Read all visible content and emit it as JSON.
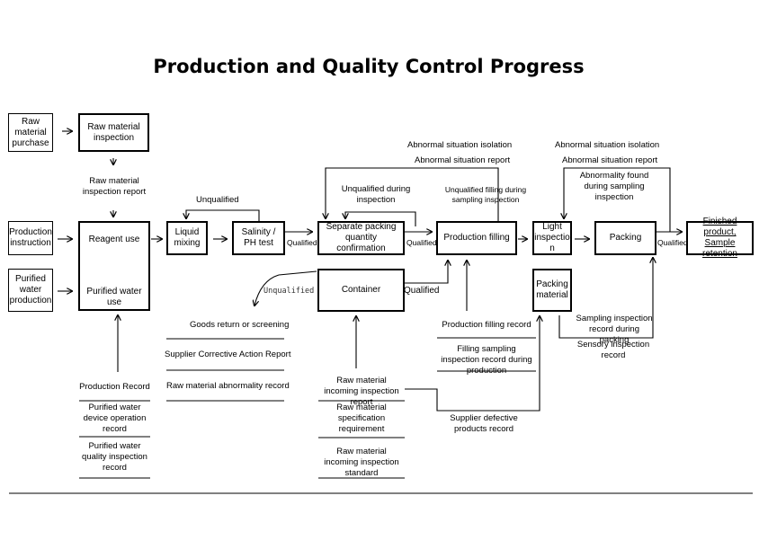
{
  "title": "Production and Quality Control Progress",
  "boxes": {
    "raw_material_purchase": "Raw material purchase",
    "raw_material_inspection": "Raw material inspection",
    "production_instruction": "Production instruction",
    "purified_water_production": "Purified water production",
    "reagent_use": "Reagent use",
    "purified_water_use": "Purified water use",
    "liquid_mixing": "Liquid mixing",
    "salinity_ph_test": "Salinity / PH test",
    "separate_packing": "Separate packing quantity confirmation",
    "container": "Container",
    "production_filling": "Production filling",
    "light_inspection": "Light inspectio n",
    "packing": "Packing",
    "packing_material": "Packing material",
    "finished_product": "Finished product, Sample retention"
  },
  "labels": {
    "raw_material_inspection_report": "Raw material inspection report",
    "unqualified_mixing": "Unqualified",
    "qualified_1": "Qualified",
    "qualified_2": "Qualified",
    "qualified_container": "Qualified",
    "qualified_3": "Qualified",
    "unqualified_during_inspection": "Unqualified during inspection",
    "unqualified_filling": "Unqualified filling during sampling inspection",
    "abnormal_isolation_1": "Abnormal situation isolation",
    "abnormal_report_1": "Abnormal situation report",
    "abnormal_isolation_2": "Abnormal situation isolation",
    "abnormal_report_2": "Abnormal situation report",
    "abnormality_found": "Abnormality found during sampling inspection",
    "unqualified_container": "Unqualified",
    "goods_return": "Goods return or screening",
    "supplier_car": "Supplier Corrective Action Report",
    "raw_abnormality_record": "Raw material abnormality record",
    "production_record": "Production Record",
    "pw_device_record": "Purified water device operation record",
    "pw_quality_record": "Purified water quality inspection record",
    "rm_incoming_report": "Raw material incoming inspection report",
    "rm_spec": "Raw material specification requirement",
    "rm_incoming_standard": "Raw material incoming inspection standard",
    "supplier_defective": "Supplier defective products record",
    "production_filling_record": "Production filling record",
    "filling_sampling_record": "Filling sampling inspection record during production",
    "sampling_packing_record": "Sampling inspection record during packing",
    "sensory_record": "Sensory inspection record"
  }
}
